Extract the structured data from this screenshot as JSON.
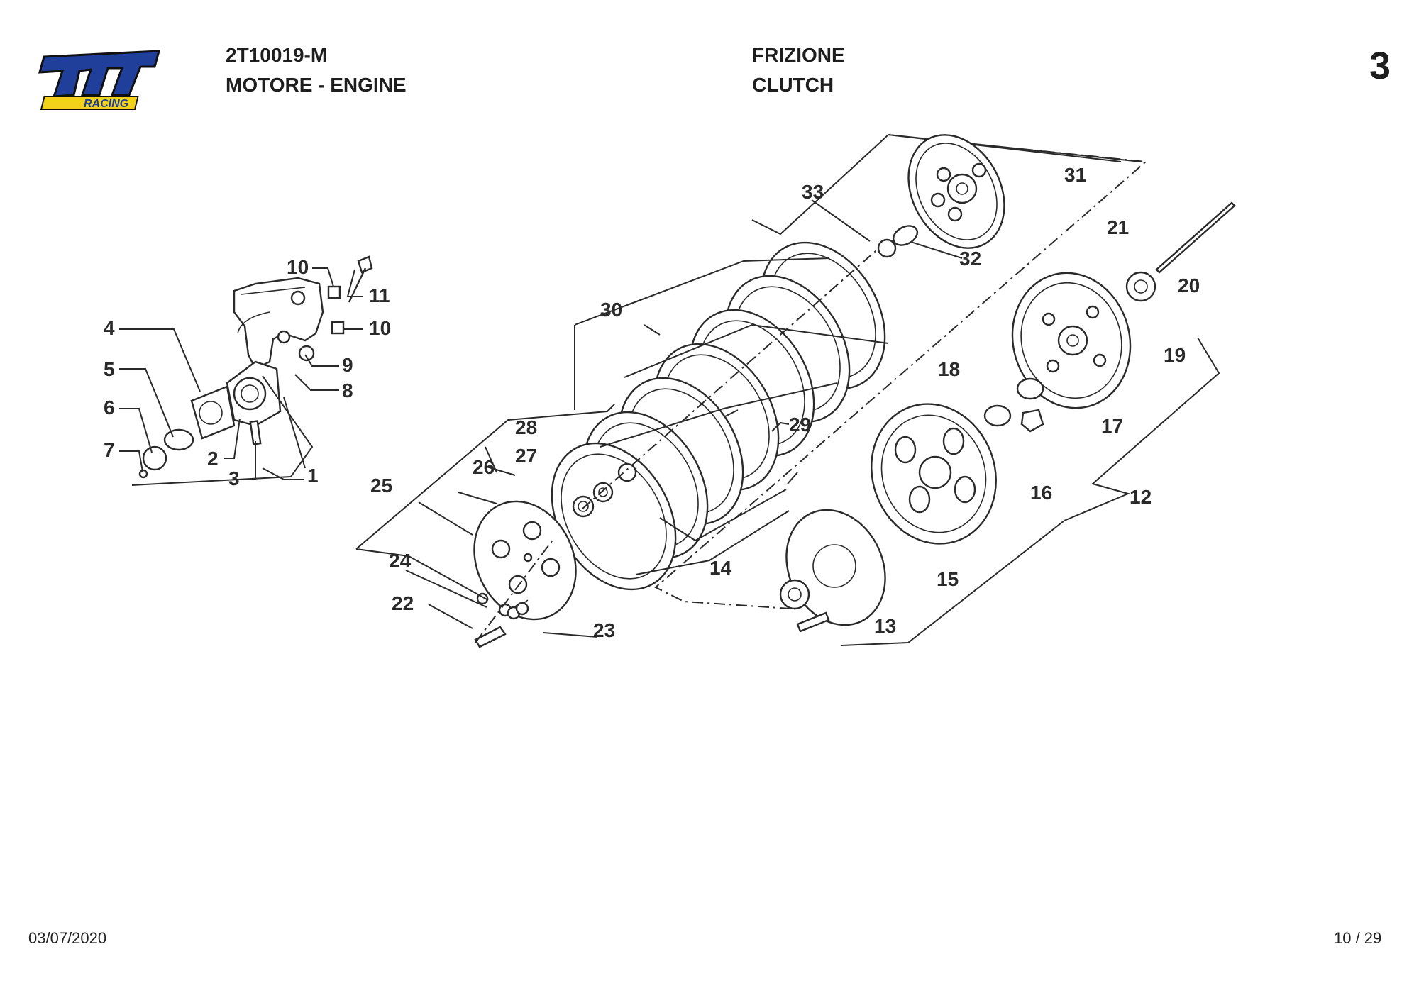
{
  "header": {
    "code": "2T10019-M",
    "group": "MOTORE - ENGINE",
    "title_it": "FRIZIONE",
    "title_en": "CLUTCH",
    "table_number": "3"
  },
  "logo": {
    "text_main": "tm",
    "text_sub": "RACING",
    "colors": {
      "main": "#1f3f9b",
      "sub": "#f2d21a",
      "outline": "#111111"
    }
  },
  "footer": {
    "date": "03/07/2020",
    "page": "10 / 29"
  },
  "callouts": [
    "1",
    "2",
    "3",
    "4",
    "5",
    "6",
    "7",
    "8",
    "9",
    "10",
    "10",
    "11",
    "12",
    "13",
    "14",
    "15",
    "16",
    "17",
    "18",
    "19",
    "20",
    "21",
    "22",
    "23",
    "24",
    "25",
    "26",
    "27",
    "28",
    "29",
    "30",
    "31",
    "32",
    "33"
  ]
}
